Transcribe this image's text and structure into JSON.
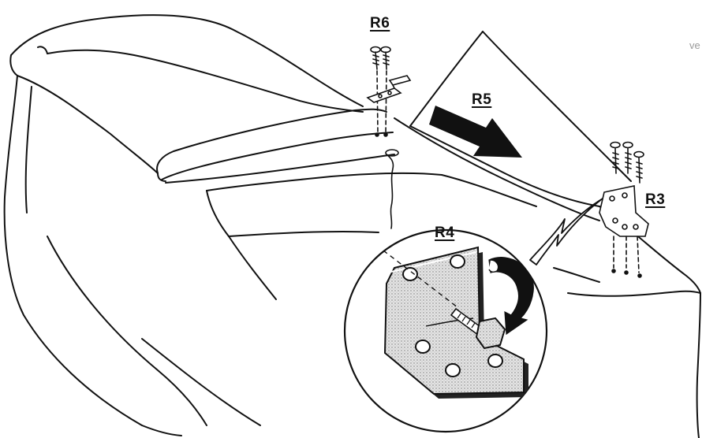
{
  "labels": {
    "r6": "R6",
    "r5": "R5",
    "r3": "R3",
    "r4": "R4"
  },
  "stray_text": "ve",
  "colors": {
    "ink": "#111111",
    "paper": "#ffffff",
    "bracket_fill": "#cfcfcf",
    "hex_fill": "#bdbdbd"
  }
}
